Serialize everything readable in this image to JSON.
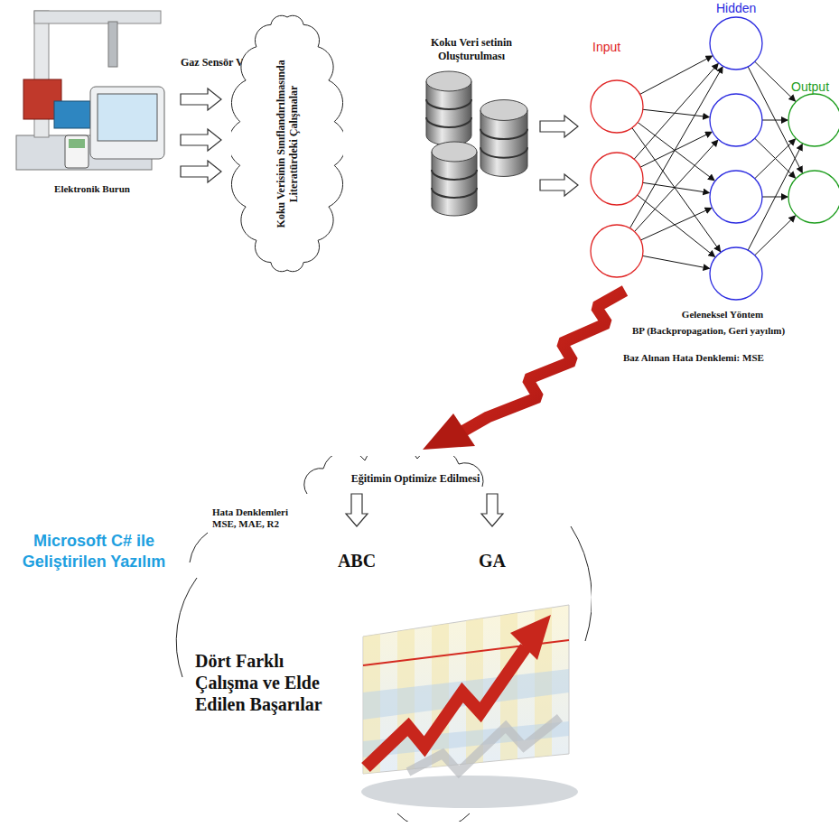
{
  "diagram": {
    "nodes": [
      {
        "text": [
          "Koku Verisinin Sınıflandırılmasında Literatürdeki Çalışmalar"
        ]
      },
      {
        "text": [
          "Eğitimin Optimize Edilmesi",
          "Hata Denklemleri MSE, MAE, R2",
          "ABC",
          "GA",
          "Dört Farklı Çalışma ve Elde Edilen Başarılar"
        ]
      }
    ],
    "labels": [
      "Gaz Sensör Verisi",
      "Elektronik Burun",
      "Koku Veri setinin Oluşturulması",
      "Input",
      "Hidden",
      "Output",
      "Geleneksel Yöntem",
      "BP (Backpropagation, Geri yayılım)",
      "Baz Alınan Hata Denklemi: MSE",
      "Microsoft C# ile Geliştirilen Yazılım"
    ]
  }
}
